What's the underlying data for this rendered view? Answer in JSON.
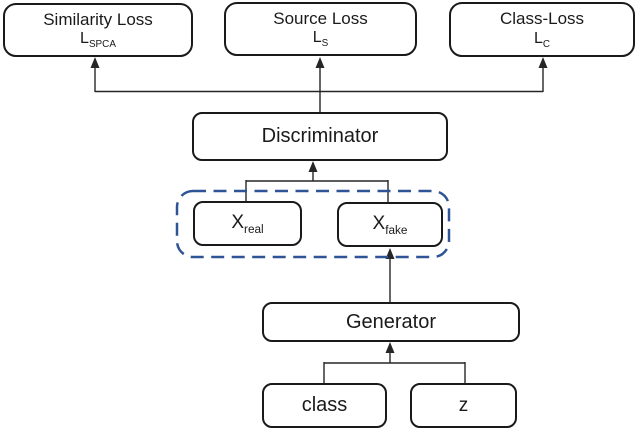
{
  "figure": {
    "type": "architecture-diagram",
    "nodes": {
      "similarity_loss": {
        "title": "Similarity Loss",
        "symbol": "L",
        "subscript": "SPCA"
      },
      "source_loss": {
        "title": "Source Loss",
        "symbol": "L",
        "subscript": "S"
      },
      "class_loss": {
        "title": "Class-Loss",
        "symbol": "L",
        "subscript": "C"
      },
      "discriminator": {
        "label": "Discriminator"
      },
      "x_real": {
        "symbol": "X",
        "subscript": "real"
      },
      "x_fake": {
        "symbol": "X",
        "subscript": "fake"
      },
      "generator": {
        "label": "Generator"
      },
      "class_input": {
        "label": "class"
      },
      "z_input": {
        "label": "z"
      }
    },
    "colors": {
      "background": "#ffffff",
      "box_border": "#1a1a1a",
      "text": "#1a1a1a",
      "connector": "#262626",
      "dashed_group_border": "#2f5496"
    }
  }
}
